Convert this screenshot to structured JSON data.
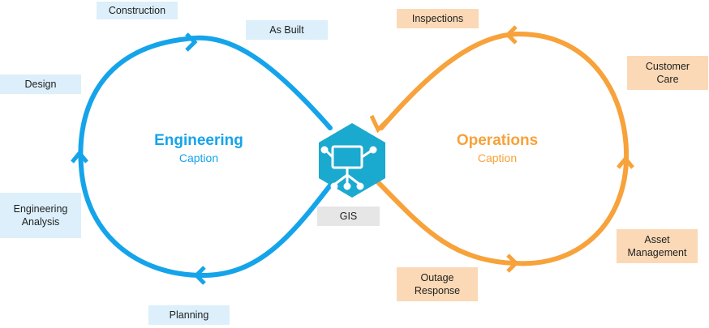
{
  "colors": {
    "engineering": "#15a4ea",
    "operations": "#f7a23a",
    "gis_hex": "#1aa9cf"
  },
  "engineering": {
    "title": "Engineering",
    "caption": "Caption",
    "stages": {
      "construction": "Construction",
      "as_built": "As Built",
      "design": "Design",
      "analysis_line1": "Engineering",
      "analysis_line2": "Analysis",
      "planning": "Planning"
    }
  },
  "operations": {
    "title": "Operations",
    "caption": "Caption",
    "stages": {
      "inspections": "Inspections",
      "care_line1": "Customer",
      "care_line2": "Care",
      "asset_line1": "Asset",
      "asset_line2": "Management",
      "outage_line1": "Outage",
      "outage_line2": "Response"
    }
  },
  "center": {
    "label": "GIS",
    "icon": "gis-network-icon"
  }
}
